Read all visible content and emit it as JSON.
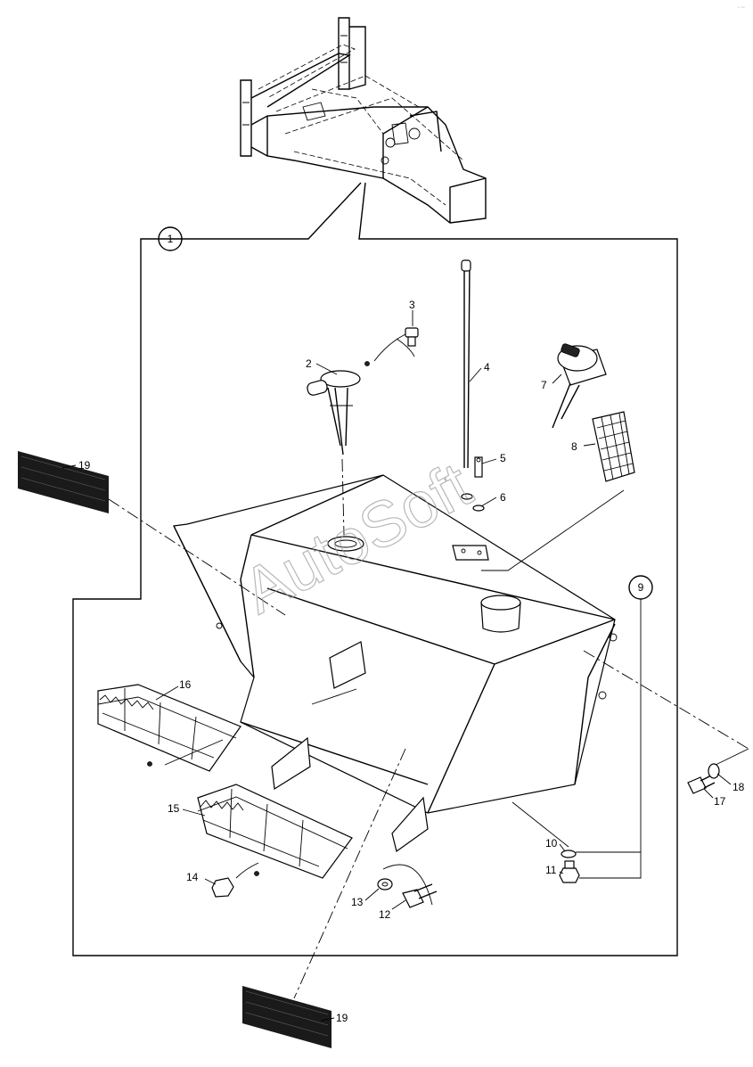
{
  "watermark": "AutoSoft",
  "callouts": {
    "c1": "1",
    "c2": "2",
    "c3": "3",
    "c4": "4",
    "c5": "5",
    "c6": "6",
    "c7": "7",
    "c8": "8",
    "c9": "9",
    "c10": "10",
    "c11": "11",
    "c12": "12",
    "c13": "13",
    "c14": "14",
    "c15": "15",
    "c16": "16",
    "c17": "17",
    "c18": "18",
    "c19a": "19",
    "c19b": "19"
  }
}
